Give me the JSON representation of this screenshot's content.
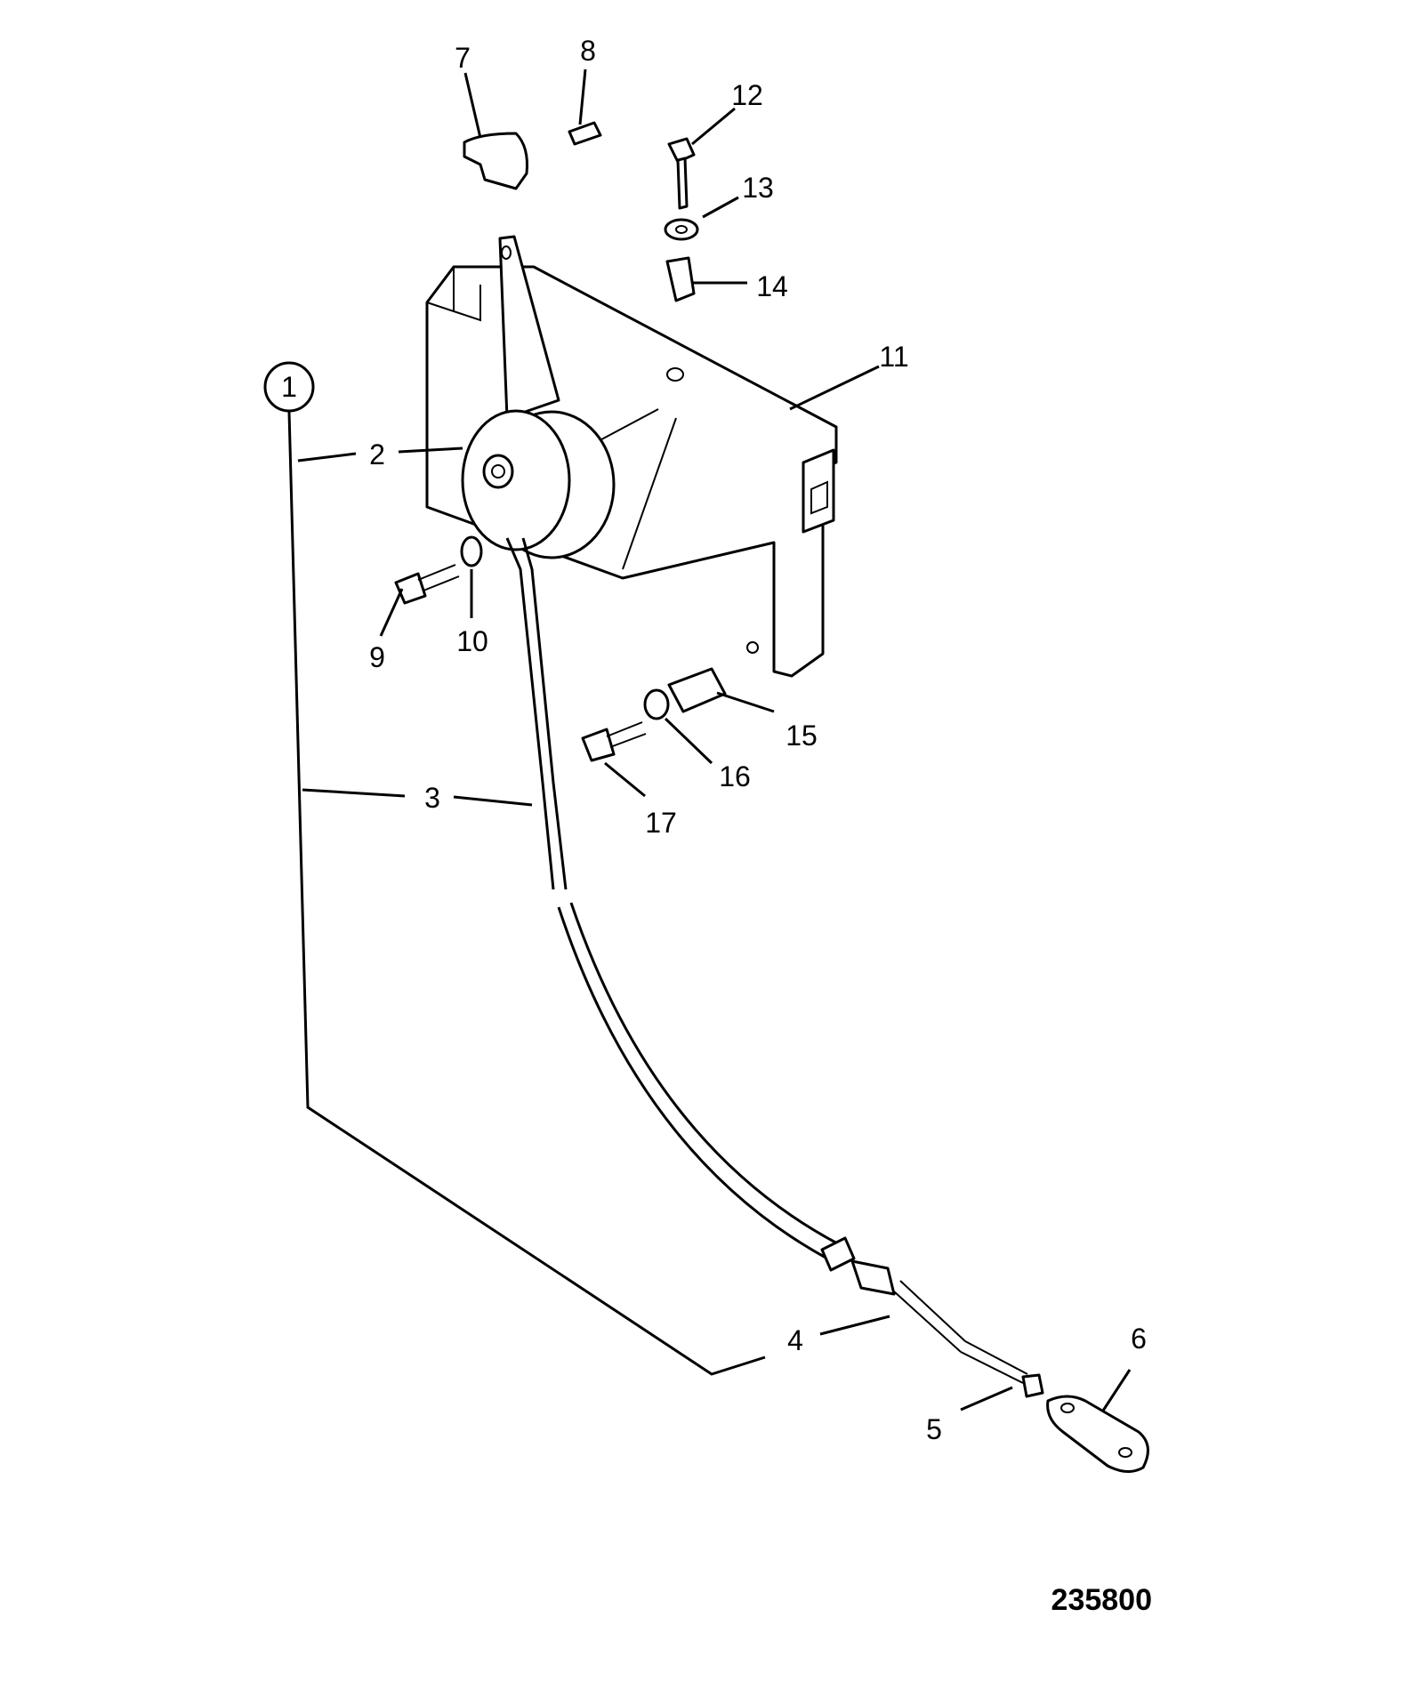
{
  "labels": {
    "l1": "1",
    "l2": "2",
    "l3": "3",
    "l4": "4",
    "l5": "5",
    "l6": "6",
    "l7": "7",
    "l8": "8",
    "l9": "9",
    "l10": "10",
    "l11": "11",
    "l12": "12",
    "l13": "13",
    "l14": "14",
    "l15": "15",
    "l16": "16",
    "l17": "17"
  },
  "figure_number": "235800"
}
